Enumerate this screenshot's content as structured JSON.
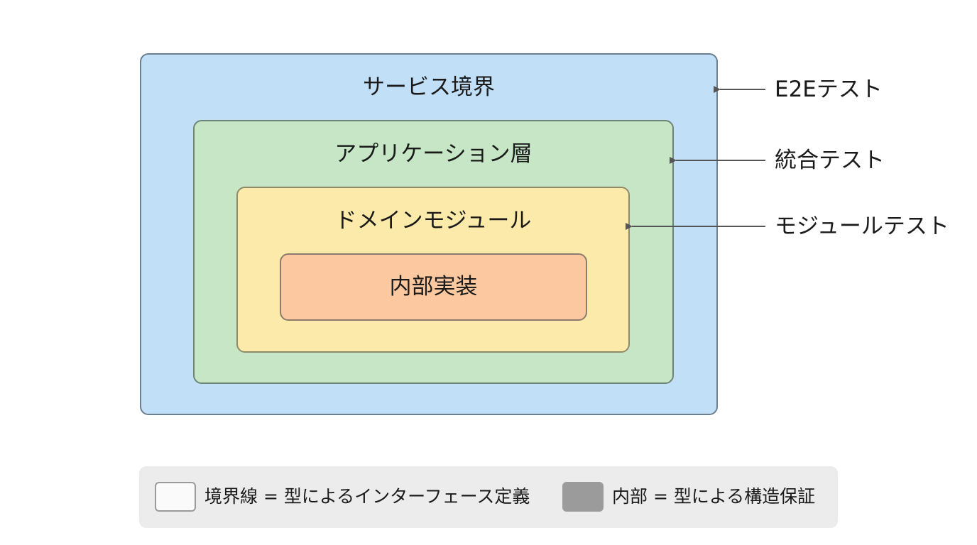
{
  "layers": {
    "service": "サービス境界",
    "application": "アプリケーション層",
    "domain": "ドメインモジュール",
    "internal": "内部実装"
  },
  "tests": {
    "e2e": "E2Eテスト",
    "integration": "統合テスト",
    "module": "モジュールテスト"
  },
  "legend": {
    "boundary": "境界線 = 型によるインターフェース定義",
    "internal": "内部 = 型による構造保証"
  },
  "colors": {
    "service": "#c2dff8",
    "application": "#c6e6c6",
    "domain": "#fbeaa9",
    "internal": "#fbc8a0",
    "arrow": "#555555"
  }
}
